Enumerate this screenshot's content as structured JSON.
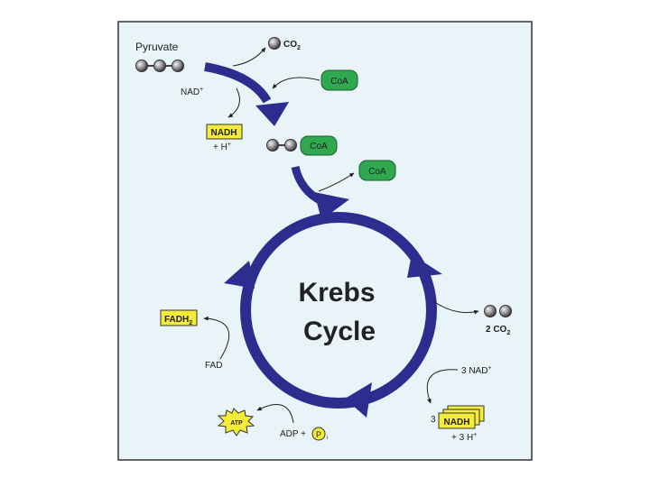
{
  "colors": {
    "background": "#e8f4f7",
    "frame": "#333333",
    "cycle_blue": "#2b2e8f",
    "coa_green": "#2fa84f",
    "badge_yellow": "#f5ec3a",
    "atp_yellow": "#f5ec3a",
    "molecule_gray": "#8c8c8c"
  },
  "diagram": {
    "pyruvate_label": "Pyruvate",
    "co2_top": "CO",
    "co2_top_sub": "2",
    "nad_plus_top": "NAD",
    "nad_plus_top_sup": "+",
    "nadh_top": "NADH",
    "h_plus_top": "+ H",
    "h_plus_top_sup": "+",
    "coa_in": "CoA",
    "acetyl_coa": "CoA",
    "coa_out": "CoA",
    "cycle_title_line1": "Krebs",
    "cycle_title_line2": "Cycle",
    "co2_out": "2 CO",
    "co2_out_sub": "2",
    "nad_plus_right": "3 NAD",
    "nad_plus_right_sup": "+",
    "nadh_multiplier": "3",
    "nadh_right": "NADH",
    "h_plus_right": "+ 3 H",
    "h_plus_right_sup": "+",
    "fadh2": "FADH",
    "fadh2_sub": "2",
    "fad": "FAD",
    "atp": "ATP",
    "adp_plus": "ADP +",
    "phosphate": "P",
    "phosphate_sub": "i"
  }
}
